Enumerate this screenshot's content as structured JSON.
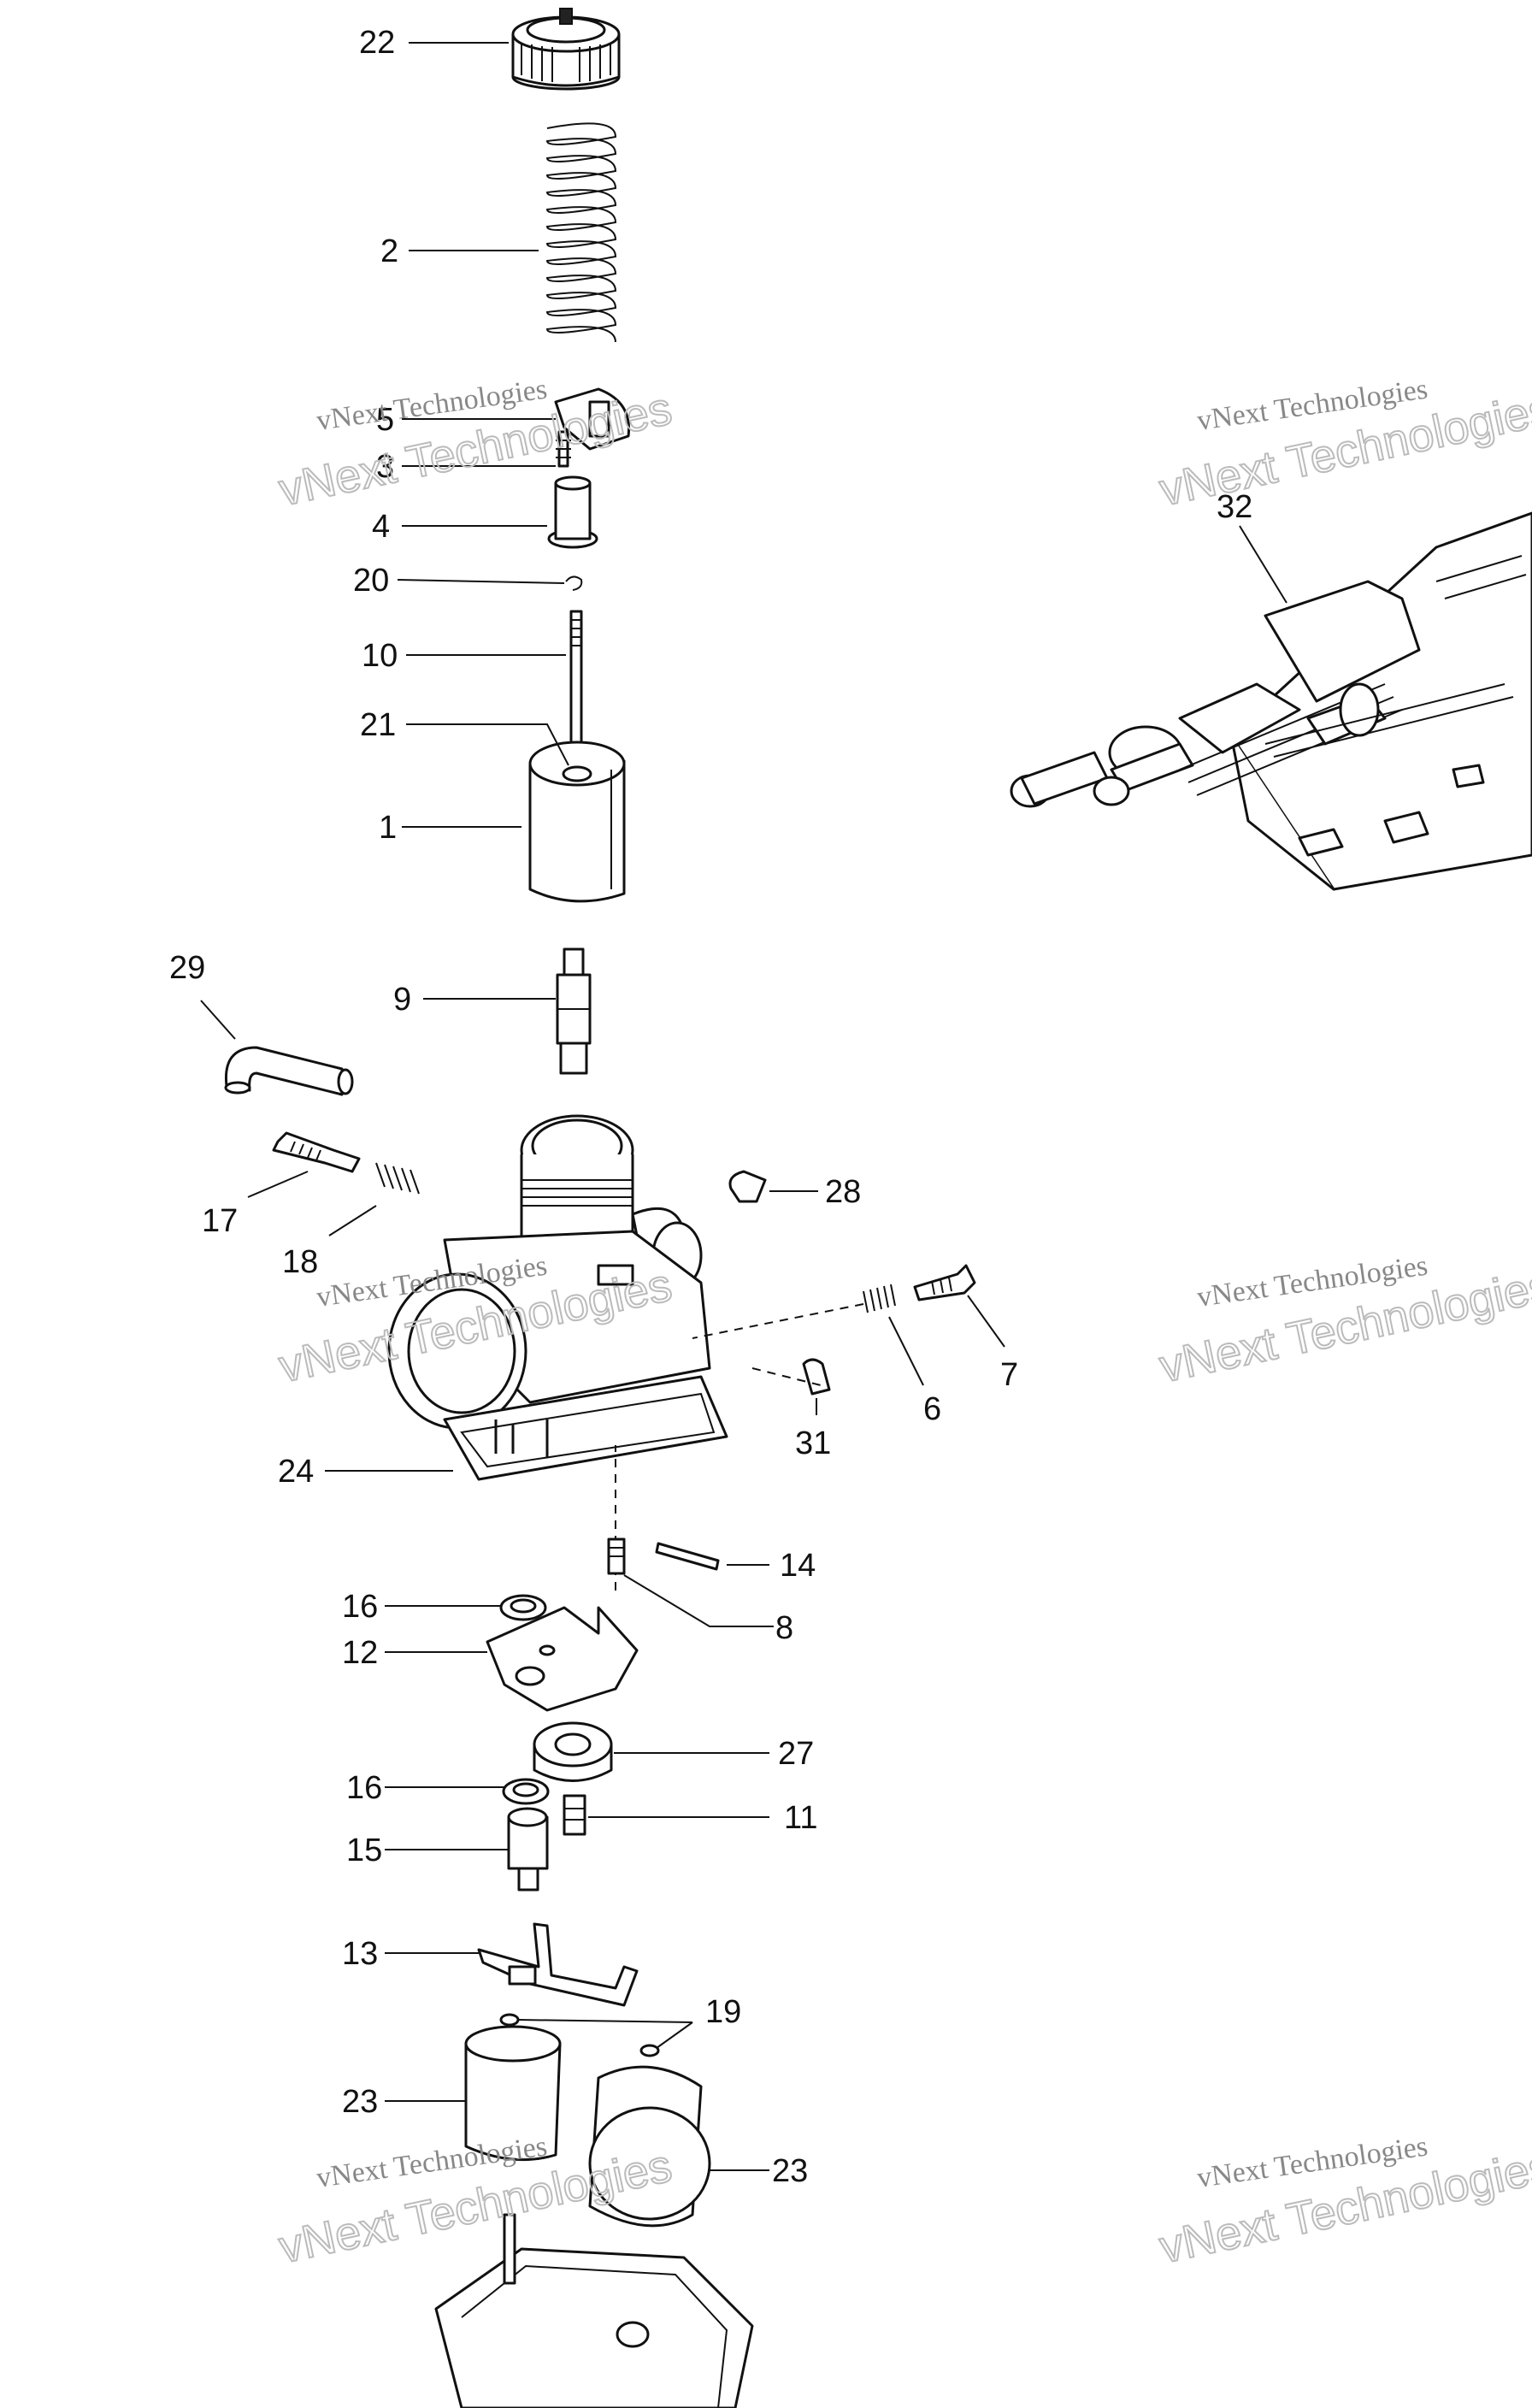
{
  "diagram": {
    "labels": [
      {
        "id": "l22a",
        "text": "22"
      },
      {
        "id": "l2",
        "text": "2"
      },
      {
        "id": "l5",
        "text": "5"
      },
      {
        "id": "l3",
        "text": "3"
      },
      {
        "id": "l4",
        "text": "4"
      },
      {
        "id": "l20",
        "text": "20"
      },
      {
        "id": "l10",
        "text": "10"
      },
      {
        "id": "l21",
        "text": "21"
      },
      {
        "id": "l1",
        "text": "1"
      },
      {
        "id": "l32",
        "text": "32"
      },
      {
        "id": "l29",
        "text": "29"
      },
      {
        "id": "l9",
        "text": "9"
      },
      {
        "id": "l28",
        "text": "28"
      },
      {
        "id": "l17",
        "text": "17"
      },
      {
        "id": "l18",
        "text": "18"
      },
      {
        "id": "l6",
        "text": "6"
      },
      {
        "id": "l7",
        "text": "7"
      },
      {
        "id": "l31",
        "text": "31"
      },
      {
        "id": "l24",
        "text": "24"
      },
      {
        "id": "l14",
        "text": "14"
      },
      {
        "id": "l8",
        "text": "8"
      },
      {
        "id": "l16a",
        "text": "16"
      },
      {
        "id": "l12",
        "text": "12"
      },
      {
        "id": "l27",
        "text": "27"
      },
      {
        "id": "l16b",
        "text": "16"
      },
      {
        "id": "l11",
        "text": "11"
      },
      {
        "id": "l15",
        "text": "15"
      },
      {
        "id": "l13",
        "text": "13"
      },
      {
        "id": "l19",
        "text": "19"
      },
      {
        "id": "l23a",
        "text": "23"
      },
      {
        "id": "l23b",
        "text": "23"
      }
    ]
  },
  "watermark": {
    "line1": "vNext Technologies",
    "line2": "vNext Technologies"
  }
}
